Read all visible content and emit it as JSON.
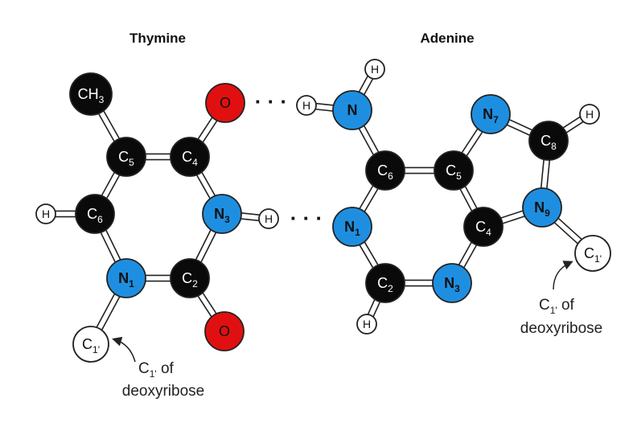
{
  "titles": {
    "thymine": "Thymine",
    "adenine": "Adenine"
  },
  "hbond_glyph": "· · ·",
  "notes": {
    "thymine": {
      "line1": "C",
      "line1_sub": "1'",
      "line1_tail": " of",
      "line2": "deoxyribose"
    },
    "adenine": {
      "line1": "C",
      "line1_sub": "1'",
      "line1_tail": " of",
      "line2": "deoxyribose"
    }
  },
  "colors": {
    "carbon": "#0a0a0a",
    "nitrogen": "#1e8fe0",
    "oxygen": "#e01010",
    "hydrogen": "#ffffff",
    "ribose": "#ffffff",
    "stroke": "#222222"
  },
  "atoms": [
    {
      "id": "t_ch3",
      "label": "CH",
      "sub": "3",
      "kind": "carbon"
    },
    {
      "id": "t_o4",
      "label": "O",
      "sub": "",
      "kind": "oxygen"
    },
    {
      "id": "t_c5",
      "label": "C",
      "sub": "5",
      "kind": "carbon"
    },
    {
      "id": "t_c4",
      "label": "C",
      "sub": "4",
      "kind": "carbon"
    },
    {
      "id": "t_h6",
      "label": "H",
      "sub": "",
      "kind": "hydrogen"
    },
    {
      "id": "t_c6",
      "label": "C",
      "sub": "6",
      "kind": "carbon"
    },
    {
      "id": "t_n3",
      "label": "N",
      "sub": "3",
      "kind": "nitrogen"
    },
    {
      "id": "t_h3",
      "label": "H",
      "sub": "",
      "kind": "hydrogen"
    },
    {
      "id": "t_n1",
      "label": "N",
      "sub": "1",
      "kind": "nitrogen"
    },
    {
      "id": "t_c2",
      "label": "C",
      "sub": "2",
      "kind": "carbon"
    },
    {
      "id": "t_o2",
      "label": "O",
      "sub": "",
      "kind": "oxygen"
    },
    {
      "id": "t_c1",
      "label": "C",
      "sub": "1'",
      "kind": "ribose"
    },
    {
      "id": "a_h6a",
      "label": "H",
      "sub": "",
      "kind": "hydrogen"
    },
    {
      "id": "a_h6b",
      "label": "H",
      "sub": "",
      "kind": "hydrogen"
    },
    {
      "id": "a_n6",
      "label": "N",
      "sub": "",
      "kind": "nitrogen"
    },
    {
      "id": "a_n7",
      "label": "N",
      "sub": "7",
      "kind": "nitrogen"
    },
    {
      "id": "a_h8",
      "label": "H",
      "sub": "",
      "kind": "hydrogen"
    },
    {
      "id": "a_c8",
      "label": "C",
      "sub": "8",
      "kind": "carbon"
    },
    {
      "id": "a_c6",
      "label": "C",
      "sub": "6",
      "kind": "carbon"
    },
    {
      "id": "a_c5",
      "label": "C",
      "sub": "5",
      "kind": "carbon"
    },
    {
      "id": "a_n9",
      "label": "N",
      "sub": "9",
      "kind": "nitrogen"
    },
    {
      "id": "a_n1",
      "label": "N",
      "sub": "1",
      "kind": "nitrogen"
    },
    {
      "id": "a_c4",
      "label": "C",
      "sub": "4",
      "kind": "carbon"
    },
    {
      "id": "a_c1",
      "label": "C",
      "sub": "1'",
      "kind": "ribose"
    },
    {
      "id": "a_c2",
      "label": "C",
      "sub": "2",
      "kind": "carbon"
    },
    {
      "id": "a_n3",
      "label": "N",
      "sub": "3",
      "kind": "nitrogen"
    },
    {
      "id": "a_h2",
      "label": "H",
      "sub": "",
      "kind": "hydrogen"
    }
  ],
  "bonds": [
    {
      "from": "t_ch3",
      "to": "t_c5",
      "order": 1
    },
    {
      "from": "t_c5",
      "to": "t_c4",
      "order": 1
    },
    {
      "from": "t_c5",
      "to": "t_c6",
      "order": 2
    },
    {
      "from": "t_c4",
      "to": "t_o4",
      "order": 2
    },
    {
      "from": "t_c4",
      "to": "t_n3",
      "order": 1
    },
    {
      "from": "t_h6",
      "to": "t_c6",
      "order": 1
    },
    {
      "from": "t_c6",
      "to": "t_n1",
      "order": 1
    },
    {
      "from": "t_n3",
      "to": "t_c2",
      "order": 1
    },
    {
      "from": "t_n3",
      "to": "t_h3",
      "order": 1
    },
    {
      "from": "t_n1",
      "to": "t_c2",
      "order": 1
    },
    {
      "from": "t_c2",
      "to": "t_o2",
      "order": 2
    },
    {
      "from": "t_n1",
      "to": "t_c1",
      "order": 1
    },
    {
      "from": "a_n6",
      "to": "a_h6a",
      "order": 1
    },
    {
      "from": "a_n6",
      "to": "a_h6b",
      "order": 1
    },
    {
      "from": "a_n6",
      "to": "a_c6",
      "order": 1
    },
    {
      "from": "a_c6",
      "to": "a_c5",
      "order": 2
    },
    {
      "from": "a_c6",
      "to": "a_n1",
      "order": 1
    },
    {
      "from": "a_c5",
      "to": "a_n7",
      "order": 1
    },
    {
      "from": "a_c5",
      "to": "a_c4",
      "order": 1
    },
    {
      "from": "a_n7",
      "to": "a_c8",
      "order": 2
    },
    {
      "from": "a_c8",
      "to": "a_h8",
      "order": 1
    },
    {
      "from": "a_c8",
      "to": "a_n9",
      "order": 1
    },
    {
      "from": "a_n9",
      "to": "a_c4",
      "order": 1
    },
    {
      "from": "a_n9",
      "to": "a_c1",
      "order": 1
    },
    {
      "from": "a_n1",
      "to": "a_c2",
      "order": 2
    },
    {
      "from": "a_c2",
      "to": "a_n3",
      "order": 1
    },
    {
      "from": "a_c2",
      "to": "a_h2",
      "order": 1
    },
    {
      "from": "a_n3",
      "to": "a_c4",
      "order": 2
    }
  ]
}
